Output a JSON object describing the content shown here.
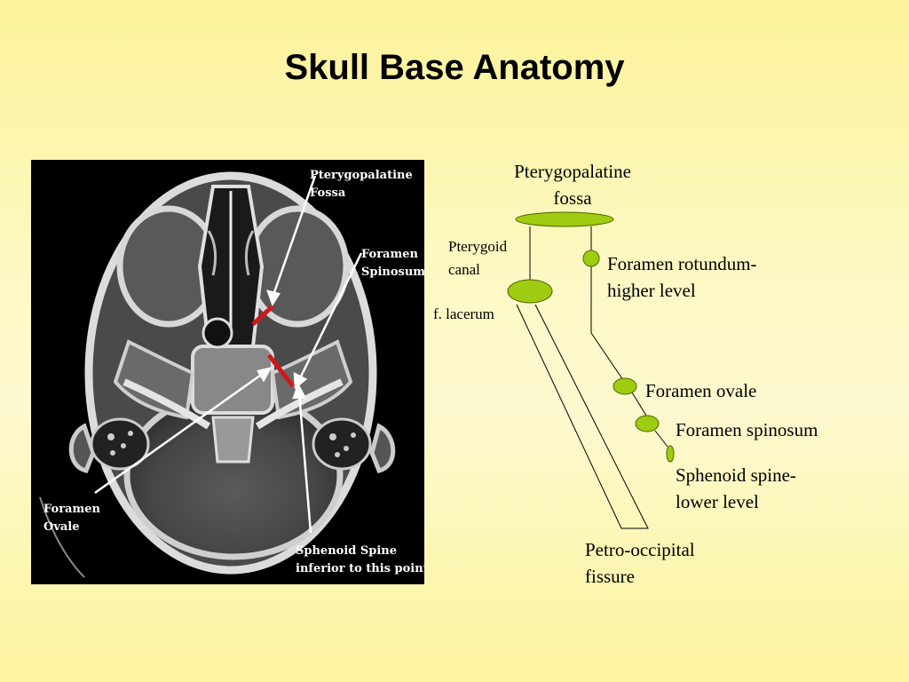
{
  "title": "Skull Base Anatomy",
  "ct_image": {
    "labels": {
      "pterygopalatine": "Pterygopalatine\nFossa",
      "foramen_spinosum": "Foramen\nSpinosum",
      "foramen_ovale": "Foramen\nOvale",
      "sphenoid_spine": "Sphenoid Spine\ninferior to this point"
    }
  },
  "diagram": {
    "labels": {
      "pterygopalatine_fossa": "Pterygopalatine\nfossa",
      "pterygoid_canal": "Pterygoid\ncanal",
      "f_lacerum": "f. lacerum",
      "foramen_rotundum": "Foramen rotundum-\nhigher level",
      "foramen_ovale": "Foramen ovale",
      "foramen_spinosum": "Foramen spinosum",
      "sphenoid_spine": "Sphenoid spine-\nlower level",
      "petro_occipital": "Petro-occipital\nfissure"
    },
    "colors": {
      "fill": "#9fcc10",
      "stroke": "#4a6600"
    }
  }
}
